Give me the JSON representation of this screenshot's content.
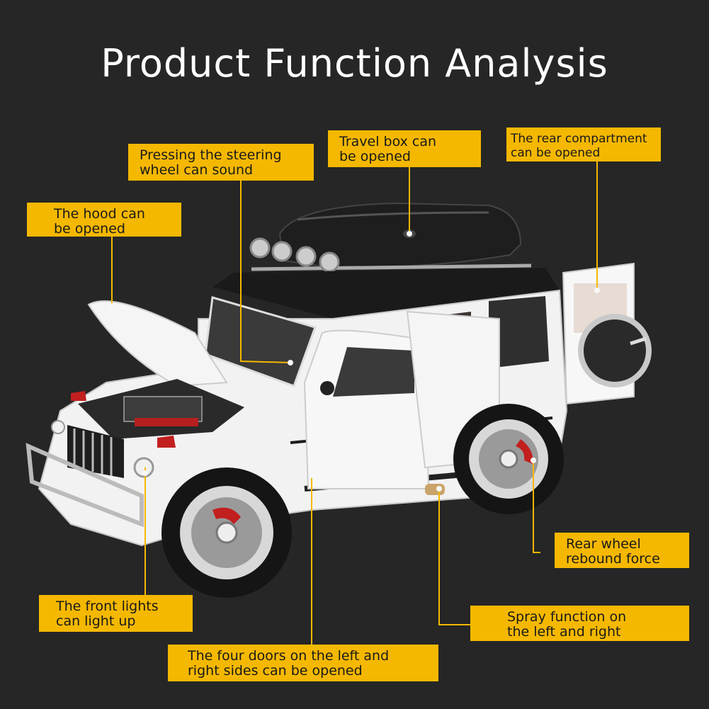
{
  "title": "Product Function Analysis",
  "colors": {
    "background": "#262626",
    "label_bg": "#f5b800",
    "leader_line": "#f5b800",
    "title_text": "#ffffff"
  },
  "labels": {
    "steering": "Pressing the steering\nwheel can sound",
    "travel_box": "Travel box can\nbe opened",
    "rear_compartment": "The rear compartment\ncan be opened",
    "hood": "The hood can\nbe opened",
    "rear_wheel": "Rear wheel\nrebound force",
    "front_lights": "The front lights\ncan light up",
    "spray": "Spray function on\nthe left and right",
    "doors": "The four doors on the left and\nright sides can be opened"
  }
}
